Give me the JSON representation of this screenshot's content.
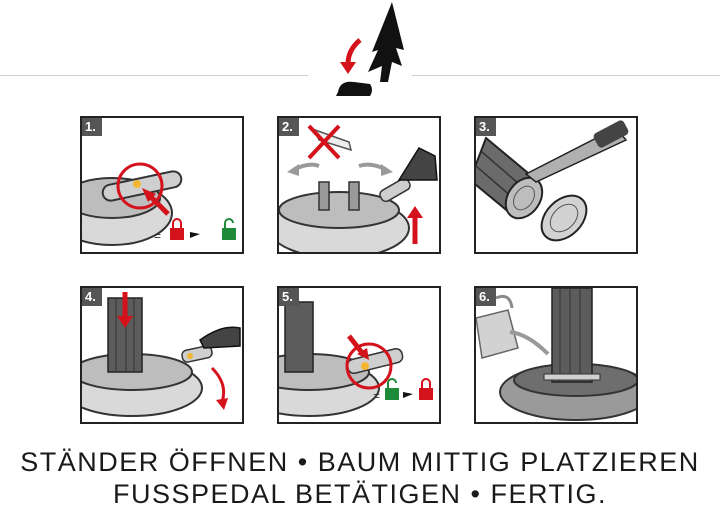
{
  "header": {
    "icon": "tree-install-icon"
  },
  "steps": [
    {
      "number": "1.",
      "icon": "unlock-stand-icon"
    },
    {
      "number": "2.",
      "icon": "open-with-foot-icon"
    },
    {
      "number": "3.",
      "icon": "saw-trunk-icon"
    },
    {
      "number": "4.",
      "icon": "insert-tree-icon"
    },
    {
      "number": "5.",
      "icon": "lock-stand-icon"
    },
    {
      "number": "6.",
      "icon": "water-tree-icon"
    }
  ],
  "caption": {
    "line1": "STÄNDER ÖFFNEN • BAUM MITTIG PLATZIEREN",
    "line2": "FUSSPEDAL BETÄTIGEN • FERTIG."
  },
  "colors": {
    "red": "#d4121b",
    "green": "#1f8a3a",
    "dark": "#333333",
    "gray": "#7a7a7a"
  }
}
